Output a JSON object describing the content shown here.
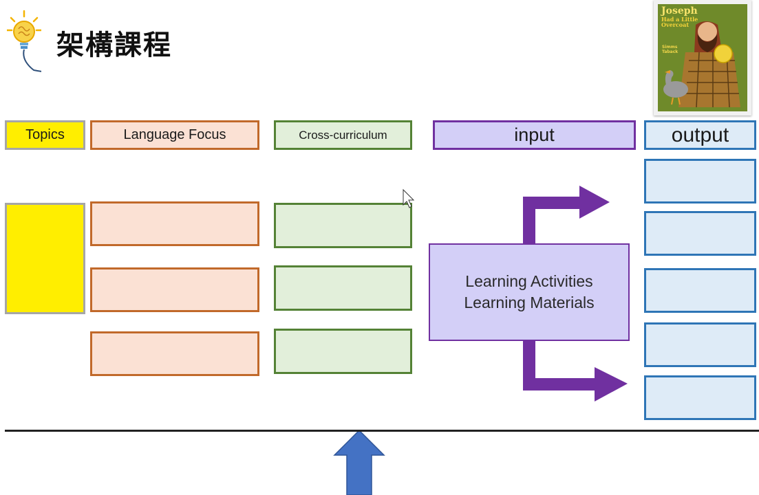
{
  "header": {
    "title": "架構課程"
  },
  "book_cover": {
    "title_line1": "Joseph",
    "title_line2": "Had a Little",
    "title_line3": "Overcoat",
    "author_line1": "Simms",
    "author_line2": "Taback"
  },
  "columns": {
    "topics": "Topics",
    "language_focus": "Language Focus",
    "cross_curriculum": "Cross-curriculum",
    "input": "input",
    "output": "output"
  },
  "center_box": {
    "line1": "Learning Activities",
    "line2": "Learning Materials"
  },
  "colors": {
    "topics": "#ffee00",
    "language_focus": "#fbe1d4",
    "cross_curriculum": "#e2efda",
    "input": "#d3cff7",
    "output": "#deebf7",
    "purple_arrow": "#7030a0",
    "blue_arrow": "#4472c4"
  }
}
